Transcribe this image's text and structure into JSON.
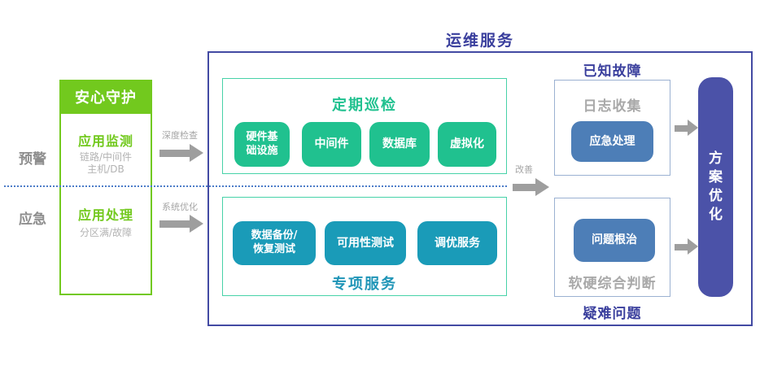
{
  "diagram": {
    "title": "运维服务",
    "improve_label": "改善"
  },
  "left_panel": {
    "stages": [
      {
        "label": "预警"
      },
      {
        "label": "应急"
      }
    ],
    "guard": {
      "header": "安心守护",
      "monitor_title": "应用监测",
      "monitor_detail": "链路/中间件\n主机/DB",
      "handle_title": "应用处理",
      "handle_detail": "分区满/故障"
    },
    "flow_arrows": [
      {
        "label": "深度检查"
      },
      {
        "label": "系统优化"
      }
    ]
  },
  "inspection": {
    "title": "定期巡检",
    "items": [
      "硬件基\n础设施",
      "中间件",
      "数据库",
      "虚拟化"
    ]
  },
  "special": {
    "title": "专项服务",
    "items": [
      "数据备份/\n恢复测试",
      "可用性测试",
      "调优服务"
    ]
  },
  "known_fault": {
    "title": "已知故障",
    "subtitle": "日志收集",
    "chip": "应急处理"
  },
  "hard_problem": {
    "title": "疑难问题",
    "subtitle": "软硬综合判断",
    "chip": "问题根治"
  },
  "plan": {
    "label": "方案优化"
  },
  "colors": {
    "green": "#72c91e",
    "emerald": "#20c18f",
    "emerald_border": "#47d2a8",
    "cyan": "#1a9bb8",
    "cyan_title": "#2095b7",
    "navy_text": "#3a3f9d",
    "navy_border": "#434aa3",
    "steel_blue": "#4d7eb7",
    "plan_purple": "#4b52a8",
    "side_box_border": "#9bb1d2",
    "gray_label": "#8e8e8e",
    "gray_detail": "#b3b3b3",
    "arrow_gray": "#9e9e9e",
    "dotted_blue": "#4d7dc9"
  }
}
